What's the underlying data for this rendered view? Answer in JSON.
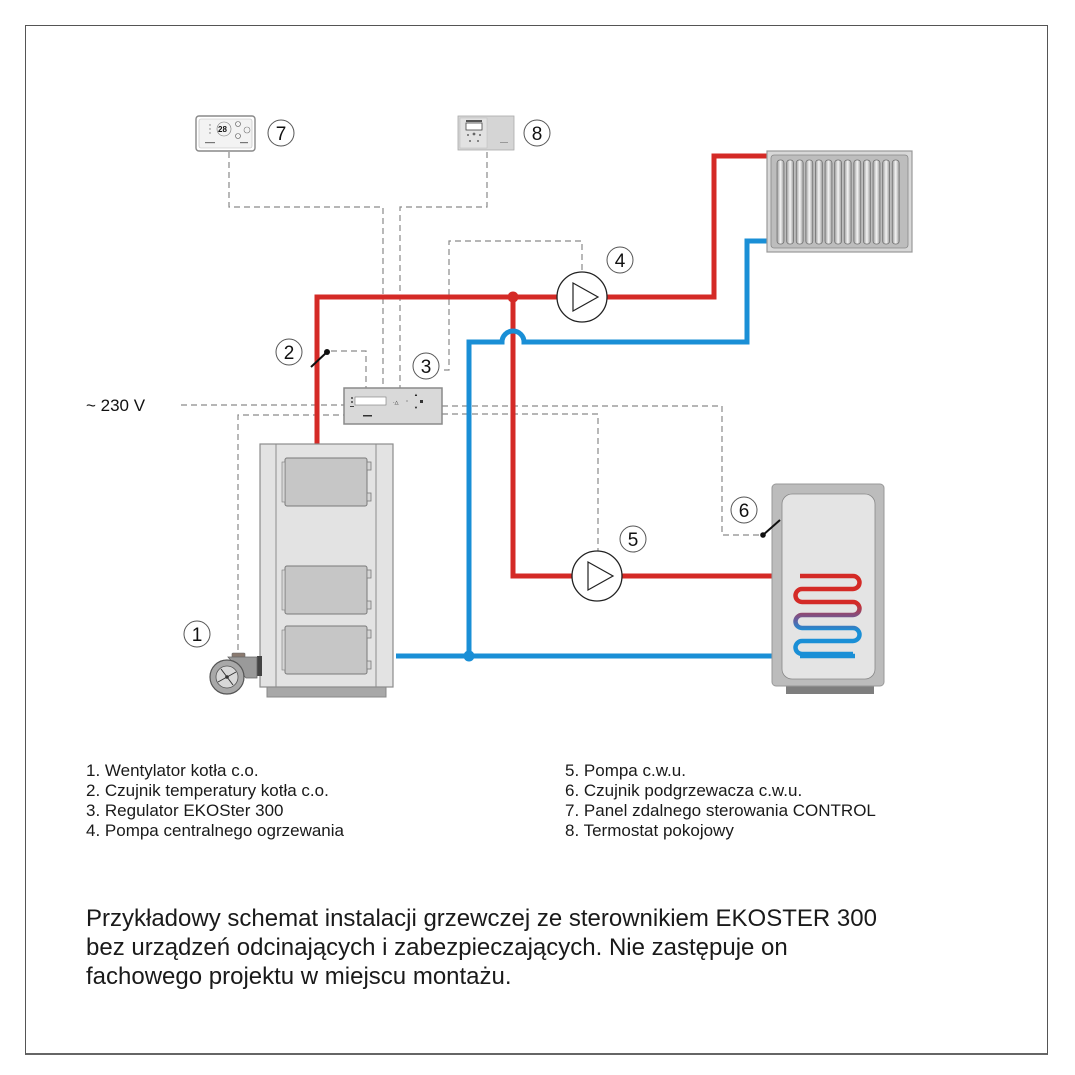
{
  "diagram": {
    "title": "Przykładowy schemat instalacji grzewczej ze sterownikiem EKOSTER 300",
    "voltage_label": "~ 230 V",
    "colors": {
      "hot_pipe": "#d42a26",
      "cold_pipe": "#1a8fd6",
      "signal_line": "#8a8a8a",
      "device_fill": "#dcdcdc",
      "device_stroke": "#8c8c8c"
    },
    "markers": [
      {
        "id": "1",
        "label": "1"
      },
      {
        "id": "2",
        "label": "2"
      },
      {
        "id": "3",
        "label": "3"
      },
      {
        "id": "4",
        "label": "4"
      },
      {
        "id": "5",
        "label": "5"
      },
      {
        "id": "6",
        "label": "6"
      },
      {
        "id": "7",
        "label": "7"
      },
      {
        "id": "8",
        "label": "8"
      }
    ],
    "control_panel_display": "28"
  },
  "legend": {
    "left": [
      "1. Wentylator kotła c.o.",
      "2. Czujnik temperatury kotła c.o.",
      "3. Regulator EKOSter 300",
      "4. Pompa centralnego ogrzewania"
    ],
    "right": [
      "5. Pompa c.w.u.",
      "6. Czujnik podgrzewacza c.w.u.",
      "7. Panel zdalnego sterowania CONTROL",
      "8. Termostat pokojowy"
    ]
  },
  "caption": {
    "lines": [
      "Przykładowy schemat instalacji grzewczej ze sterownikiem EKOSTER 300",
      "bez urządzeń odcinających i zabezpieczających. Nie zastępuje on",
      "fachowego projektu w miejscu montażu."
    ]
  }
}
